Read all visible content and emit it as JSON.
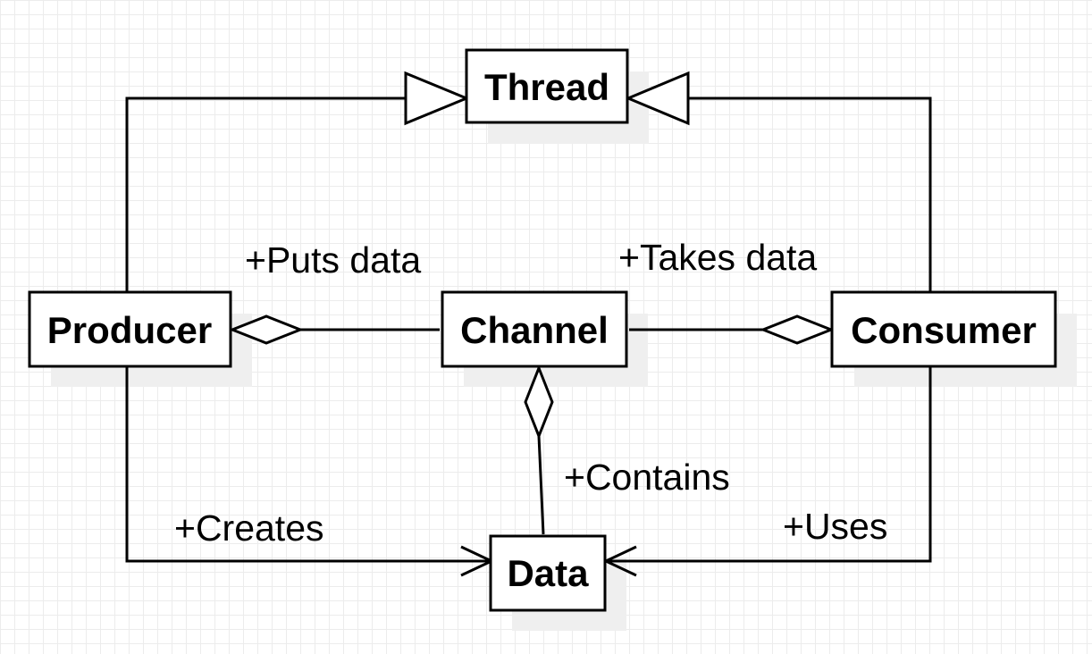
{
  "diagram": {
    "classes": {
      "thread": "Thread",
      "producer": "Producer",
      "channel": "Channel",
      "consumer": "Consumer",
      "data": "Data"
    },
    "relations": {
      "puts_data": "+Puts data",
      "takes_data": "+Takes data",
      "contains": "+Contains",
      "creates": "+Creates",
      "uses": "+Uses"
    }
  }
}
